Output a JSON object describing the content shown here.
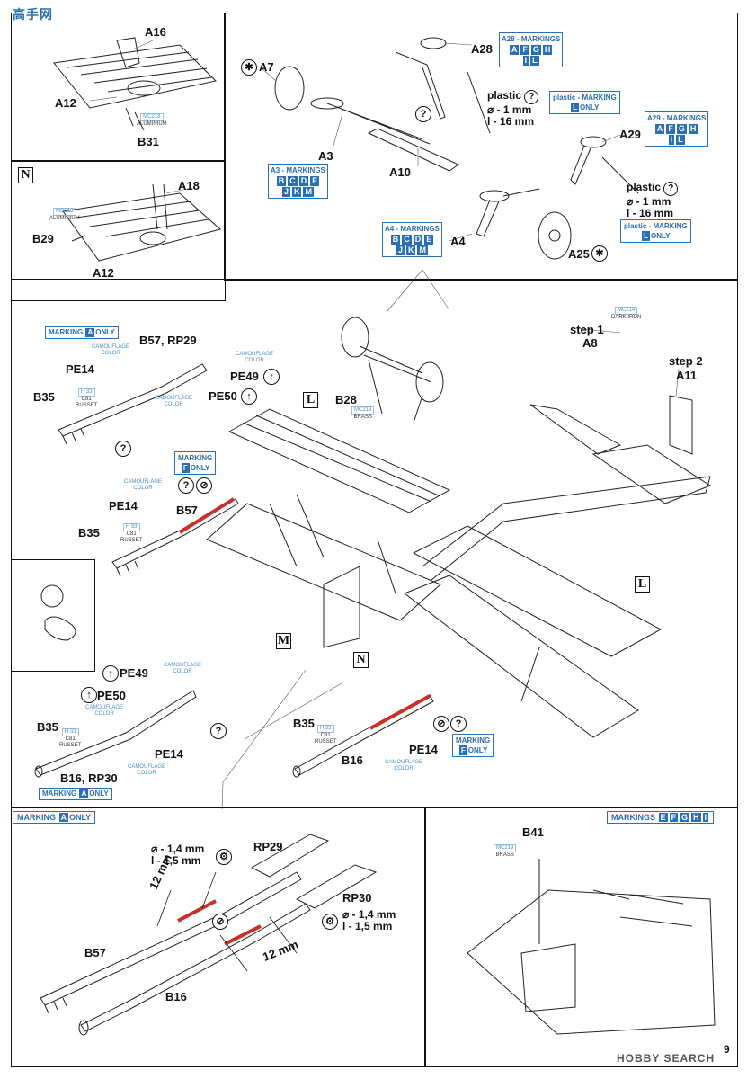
{
  "page_number": "9",
  "watermarks": {
    "top_left": "高手网",
    "bottom_right": "HOBBY SEARCH"
  },
  "part_labels": {
    "A16": "A16",
    "A12a": "A12",
    "B31": "B31",
    "A18": "A18",
    "B29": "B29",
    "A12b": "A12",
    "A7": "A7",
    "A28": "A28",
    "A3": "A3",
    "A10": "A10",
    "A29": "A29",
    "A4": "A4",
    "A25": "A25",
    "step1": "step 1",
    "A8": "A8",
    "step2": "step 2",
    "A11": "A11",
    "B57_RP29": "B57, RP29",
    "PE14a": "PE14",
    "PE49a": "PE49",
    "PE50a": "PE50",
    "B35a": "B35",
    "B28": "B28",
    "PE14b": "PE14",
    "B57b": "B57",
    "B35b": "B35",
    "PE49b": "PE49",
    "PE50b": "PE50",
    "B35c": "B35",
    "PE14c": "PE14",
    "B16_RP30": "B16, RP30",
    "B35d": "B35",
    "PE14d": "PE14",
    "B16d": "B16",
    "RP29": "RP29",
    "RP30": "RP30",
    "B57e": "B57",
    "B16e": "B16",
    "B41": "B41"
  },
  "section_letters": {
    "N_panel": "N",
    "L_top": "L",
    "L_right": "L",
    "M": "M",
    "N_main": "N"
  },
  "color_notes": {
    "aluminium1": "ALUMINIUM",
    "mc1": "MC218",
    "aluminium2": "ALUMINIUM",
    "mc2": "MC218",
    "dark_iron": "DARK IRON",
    "mc_dark": "MC214",
    "camo1": "CAMOUFLAGE COLOR",
    "camo2": "CAMOUFLAGE COLOR",
    "camo3": "CAMOUFLAGE COLOR",
    "h33": "H 33",
    "c81": "C81",
    "russet": "RUSSET",
    "brass1": "BRASS",
    "mc_brass1": "MC219",
    "camo4": "CAMOUFLAGE COLOR",
    "camo5": "CAMOUFLAGE COLOR",
    "camo6": "CAMOUFLAGE COLOR",
    "camo7": "CAMOUFLAGE COLOR",
    "camo8": "CAMOUFLAGE COLOR",
    "brass2": "BRASS",
    "mc_brass2": "MC219"
  },
  "markings": {
    "A28": {
      "title": "A28 - MARKINGS",
      "rows": [
        [
          "A",
          "F",
          "G",
          "H"
        ],
        [
          "I",
          "L"
        ]
      ]
    },
    "A29": {
      "title": "A29 - MARKINGS",
      "rows": [
        [
          "A",
          "F",
          "G",
          "H"
        ],
        [
          "I",
          "L"
        ]
      ]
    },
    "A3": {
      "title": "A3 - MARKINGS",
      "rows": [
        [
          "B",
          "C",
          "D",
          "E"
        ],
        [
          "J",
          "K",
          "M"
        ]
      ]
    },
    "A4": {
      "title": "A4 - MARKINGS",
      "rows": [
        [
          "B",
          "C",
          "D",
          "E"
        ],
        [
          "J",
          "K",
          "M"
        ]
      ]
    },
    "plastic_marking_L_1": {
      "prefix": "plastic - MARKING",
      "box": "L",
      "suffix": "ONLY"
    },
    "plastic_marking_L_2": {
      "prefix": "plastic - MARKING",
      "box": "L",
      "suffix": "ONLY"
    },
    "marking_A_only_1": {
      "prefix": "MARKING",
      "box": "A",
      "suffix": "ONLY"
    },
    "marking_F_only_1": {
      "prefix": "MARKING",
      "box": "F",
      "suffix": "ONLY"
    },
    "marking_A_only_2": {
      "prefix": "MARKING",
      "box": "A",
      "suffix": "ONLY"
    },
    "marking_F_only_2": {
      "prefix": "MARKING",
      "box": "F",
      "suffix": "ONLY"
    },
    "panel_marking_A": {
      "prefix": "MARKING",
      "box": "A",
      "suffix": "ONLY"
    },
    "panel_markings_EFGHI": {
      "prefix": "MARKINGS",
      "boxes": [
        "E",
        "F",
        "G",
        "H",
        "I"
      ]
    }
  },
  "plastic_notes": {
    "p1": {
      "title": "plastic",
      "dia": "⌀ - 1 mm",
      "len": "l - 16 mm"
    },
    "p2": {
      "title": "plastic",
      "dia": "⌀ - 1 mm",
      "len": "l - 16 mm"
    }
  },
  "dimensions": {
    "rp29_dia": "⌀ - 1,4 mm",
    "rp29_len": "l - 1,5 mm",
    "rp30_dia": "⌀ - 1,4 mm",
    "rp30_len": "l - 1,5 mm",
    "b57_cut": "12 mm",
    "b16_cut": "12 mm"
  },
  "symbols": {
    "question": "?",
    "star": "✱",
    "drill": "⚙"
  }
}
